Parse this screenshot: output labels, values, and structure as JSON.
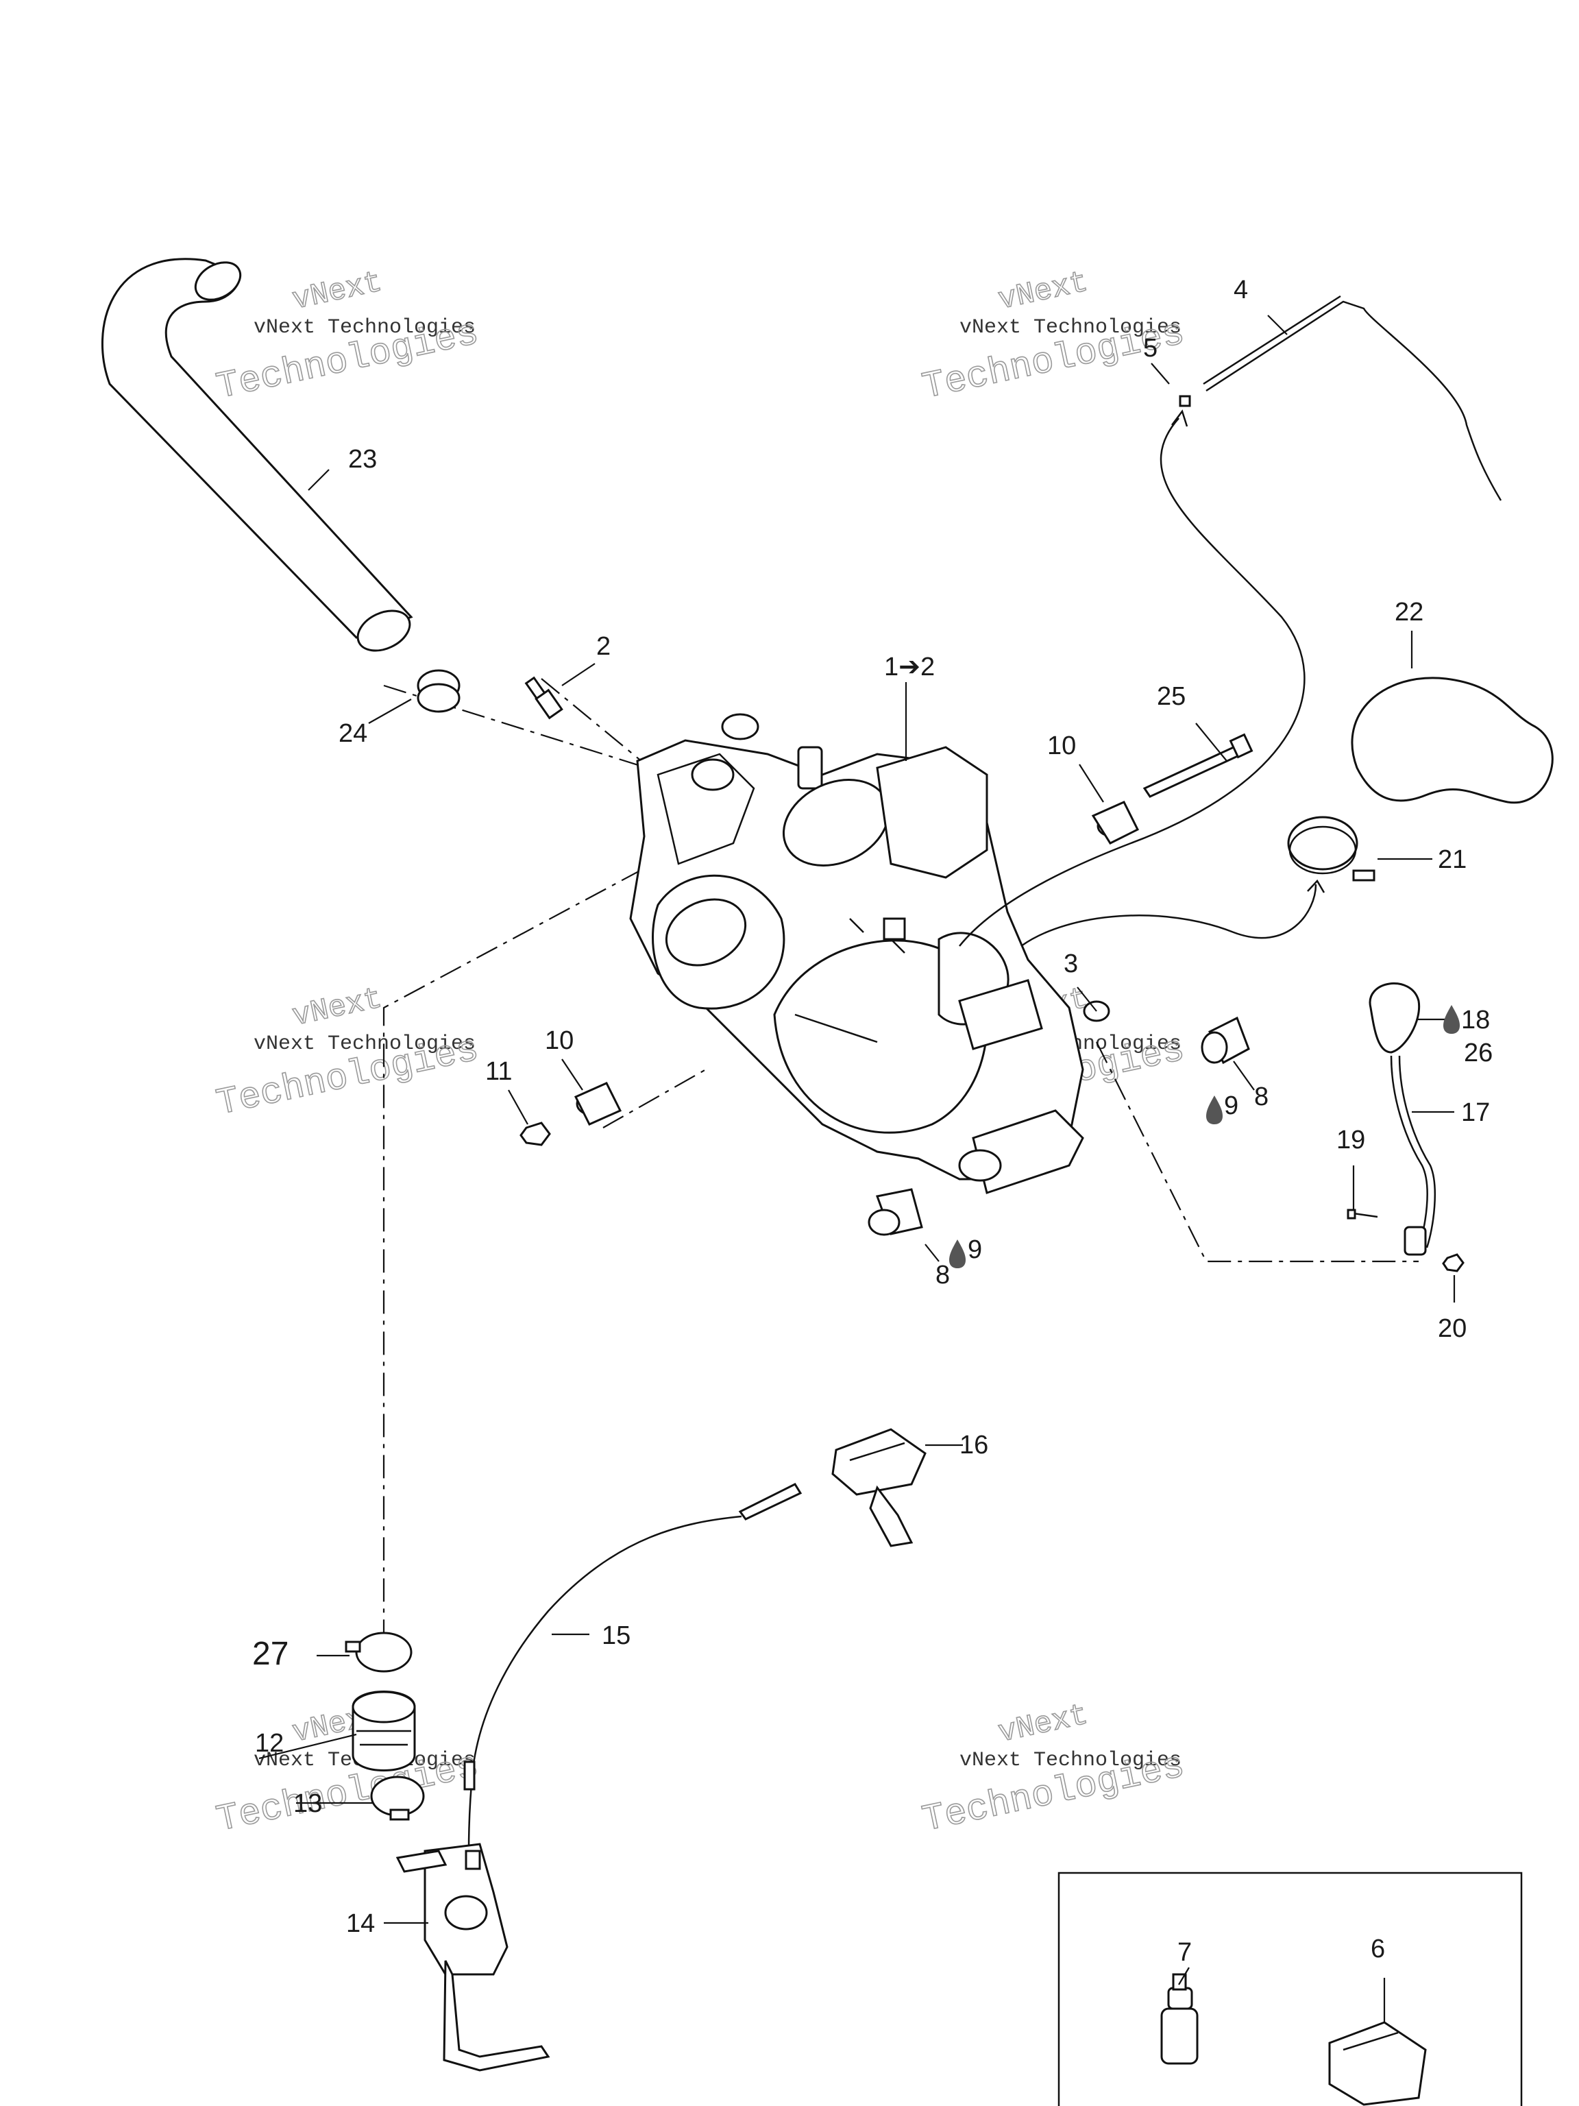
{
  "watermark": {
    "line_small": "vNext Technologies",
    "line_large": "Technologies",
    "line_top": "vNext"
  },
  "callouts": {
    "c1_2": "1➔2",
    "c2": "2",
    "c3": "3",
    "c4": "4",
    "c5": "5",
    "c6": "6",
    "c7": "7",
    "c8a": "8",
    "c8b": "8",
    "c9a": "9",
    "c9b": "9",
    "c10a": "10",
    "c10b": "10",
    "c11": "11",
    "c12": "12",
    "c13": "13",
    "c14": "14",
    "c15": "15",
    "c16": "16",
    "c17": "17",
    "c18": "18",
    "c19": "19",
    "c20": "20",
    "c21": "21",
    "c22": "22",
    "c23": "23",
    "c24": "24",
    "c25": "25",
    "c26": "26",
    "c27": "27"
  },
  "icons": {
    "grease": "drop-icon"
  }
}
